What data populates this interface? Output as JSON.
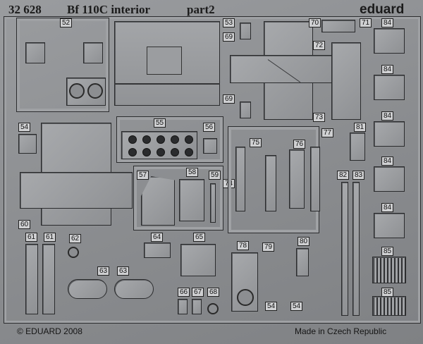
{
  "header": {
    "code": "32 628",
    "title": "Bf 110C interior",
    "subtitle": "part2",
    "brand": "eduard"
  },
  "footer": {
    "copyright": "© EDUARD 2008",
    "origin": "Made in Czech Republic"
  },
  "labels": {
    "p52": "52",
    "p53": "53",
    "p54a": "54",
    "p54b": "54",
    "p54c": "54",
    "p55": "55",
    "p56": "56",
    "p57": "57",
    "p58": "58",
    "p59": "59",
    "p60": "60",
    "p61a": "61",
    "p61b": "61",
    "p62": "62",
    "p63a": "63",
    "p63b": "63",
    "p64": "64",
    "p65": "65",
    "p66": "66",
    "p67": "67",
    "p68": "68",
    "p69a": "69",
    "p69b": "69",
    "p70": "70",
    "p71": "71",
    "p72": "72",
    "p73": "73",
    "p74": "74",
    "p75": "75",
    "p76": "76",
    "p77": "77",
    "p78": "78",
    "p79": "79",
    "p80": "80",
    "p81": "81",
    "p82": "82",
    "p83": "83",
    "p84a": "84",
    "p84b": "84",
    "p84c": "84",
    "p84d": "84",
    "p84e": "84",
    "p85a": "85",
    "p85b": "85"
  },
  "colors": {
    "metal": "#9a9c9f",
    "dark": "#2a2b2d"
  }
}
